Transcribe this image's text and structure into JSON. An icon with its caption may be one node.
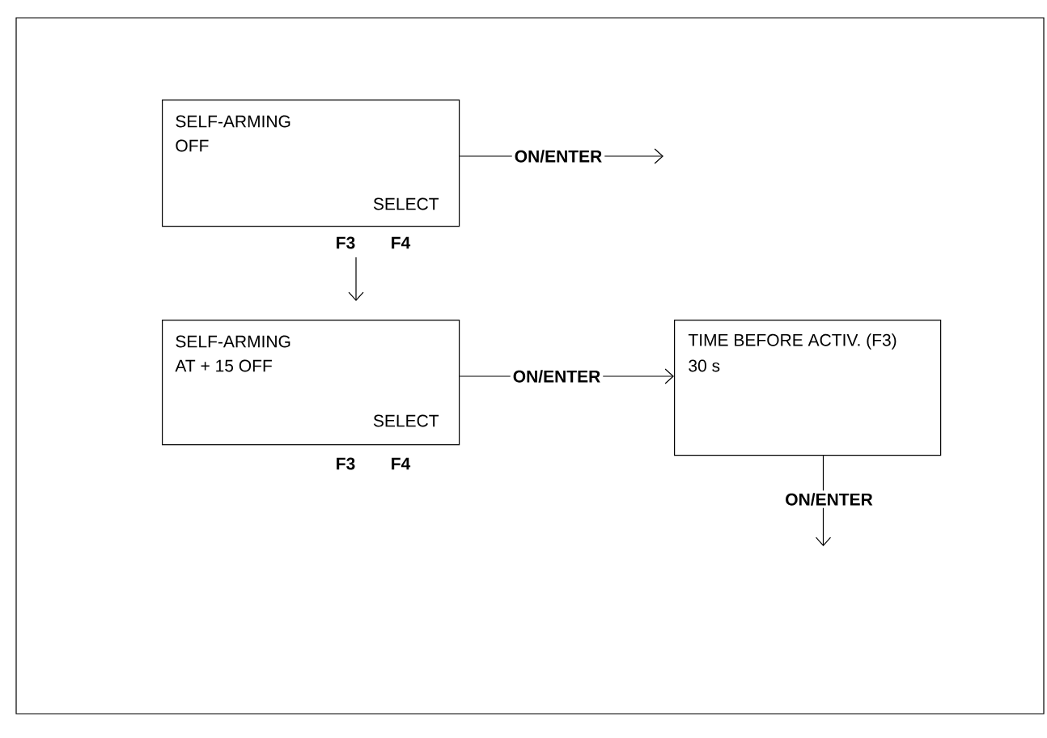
{
  "diagram": {
    "nodes": [
      {
        "text": [
          "SELF-ARMING",
          "OFF",
          "SELECT"
        ],
        "beside": [
          "F3",
          "F4"
        ]
      },
      {
        "text": [
          "SELF-ARMING",
          "AT + 15 OFF",
          "SELECT"
        ],
        "beside": [
          "F3",
          "F4"
        ]
      },
      {
        "text": [
          "TIME BEFORE ACTIV. (F3)",
          "30 s"
        ]
      }
    ],
    "edges": [
      {
        "from": 0,
        "to": null,
        "arrow": "to",
        "label": "ON/ENTER"
      },
      {
        "from": 0,
        "to": 1,
        "arrow": "to"
      },
      {
        "from": 1,
        "to": 2,
        "arrow": "to",
        "label": "ON/ENTER"
      },
      {
        "from": 2,
        "to": null,
        "arrow": "to",
        "label": "ON/ENTER"
      }
    ]
  }
}
